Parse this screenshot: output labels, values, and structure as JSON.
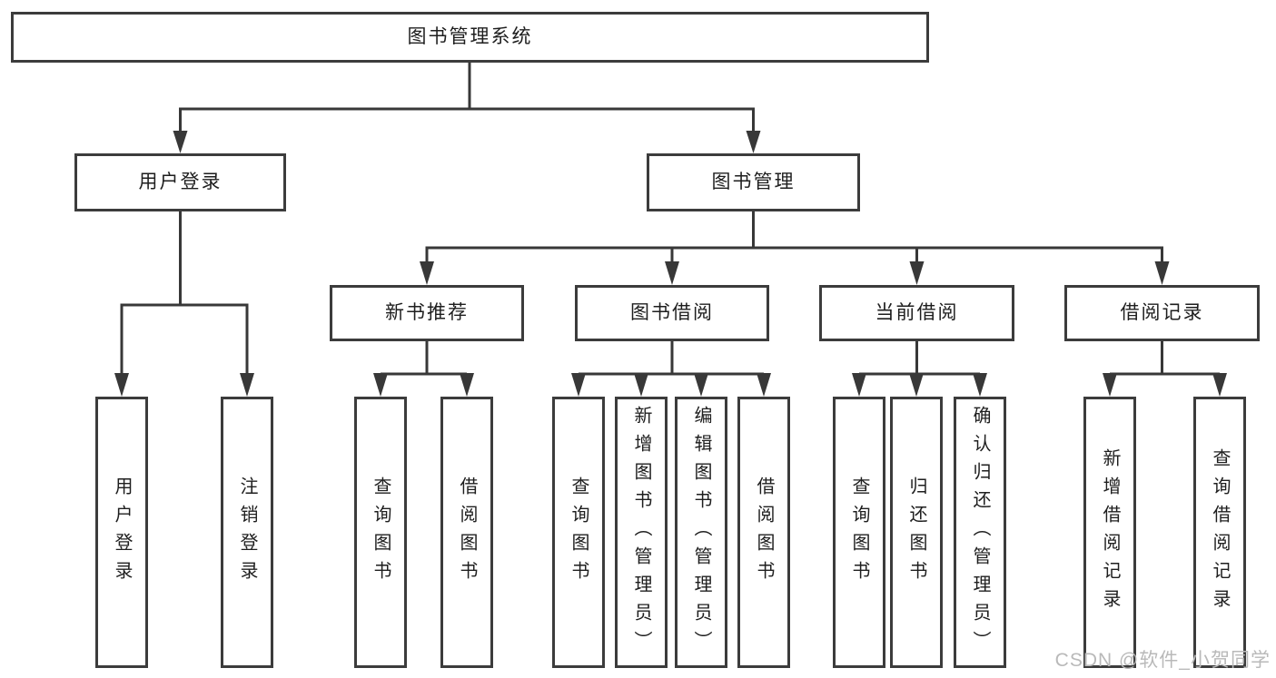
{
  "diagram": {
    "type": "tree",
    "root": {
      "label": "图书管理系统"
    },
    "level2": [
      {
        "id": "user-login",
        "label": "用户登录",
        "parent": "图书管理系统"
      },
      {
        "id": "book-management",
        "label": "图书管理",
        "parent": "图书管理系统"
      }
    ],
    "level3": [
      {
        "id": "new-book-recommendation",
        "label": "新书推荐",
        "parent": "图书管理"
      },
      {
        "id": "book-borrowing",
        "label": "图书借阅",
        "parent": "图书管理"
      },
      {
        "id": "current-borrowing",
        "label": "当前借阅",
        "parent": "图书管理"
      },
      {
        "id": "borrowing-records",
        "label": "借阅记录",
        "parent": "图书管理"
      }
    ],
    "leaves": [
      {
        "label": "用户登录",
        "parent": "用户登录"
      },
      {
        "label": "注销登录",
        "parent": "用户登录"
      },
      {
        "label": "查询图书",
        "parent": "新书推荐"
      },
      {
        "label": "借阅图书",
        "parent": "新书推荐"
      },
      {
        "label": "查询图书",
        "parent": "图书借阅"
      },
      {
        "label": "新增图书（管理员）",
        "parent": "图书借阅"
      },
      {
        "label": "编辑图书（管理员）",
        "parent": "图书借阅"
      },
      {
        "label": "借阅图书",
        "parent": "图书借阅"
      },
      {
        "label": "查询图书",
        "parent": "当前借阅"
      },
      {
        "label": "归还图书",
        "parent": "当前借阅"
      },
      {
        "label": "确认归还（管理员）",
        "parent": "当前借阅"
      },
      {
        "label": "新增借阅记录",
        "parent": "借阅记录"
      },
      {
        "label": "查询借阅记录",
        "parent": "借阅记录"
      }
    ]
  },
  "watermark": {
    "text": "CSDN @软件_小贺同学"
  },
  "colors": {
    "background": "#ffffff",
    "box_border": "#3c3c3c",
    "connector_line": "#383838",
    "text": "#1e1e1e",
    "watermark_text": "#b9b9b9"
  }
}
